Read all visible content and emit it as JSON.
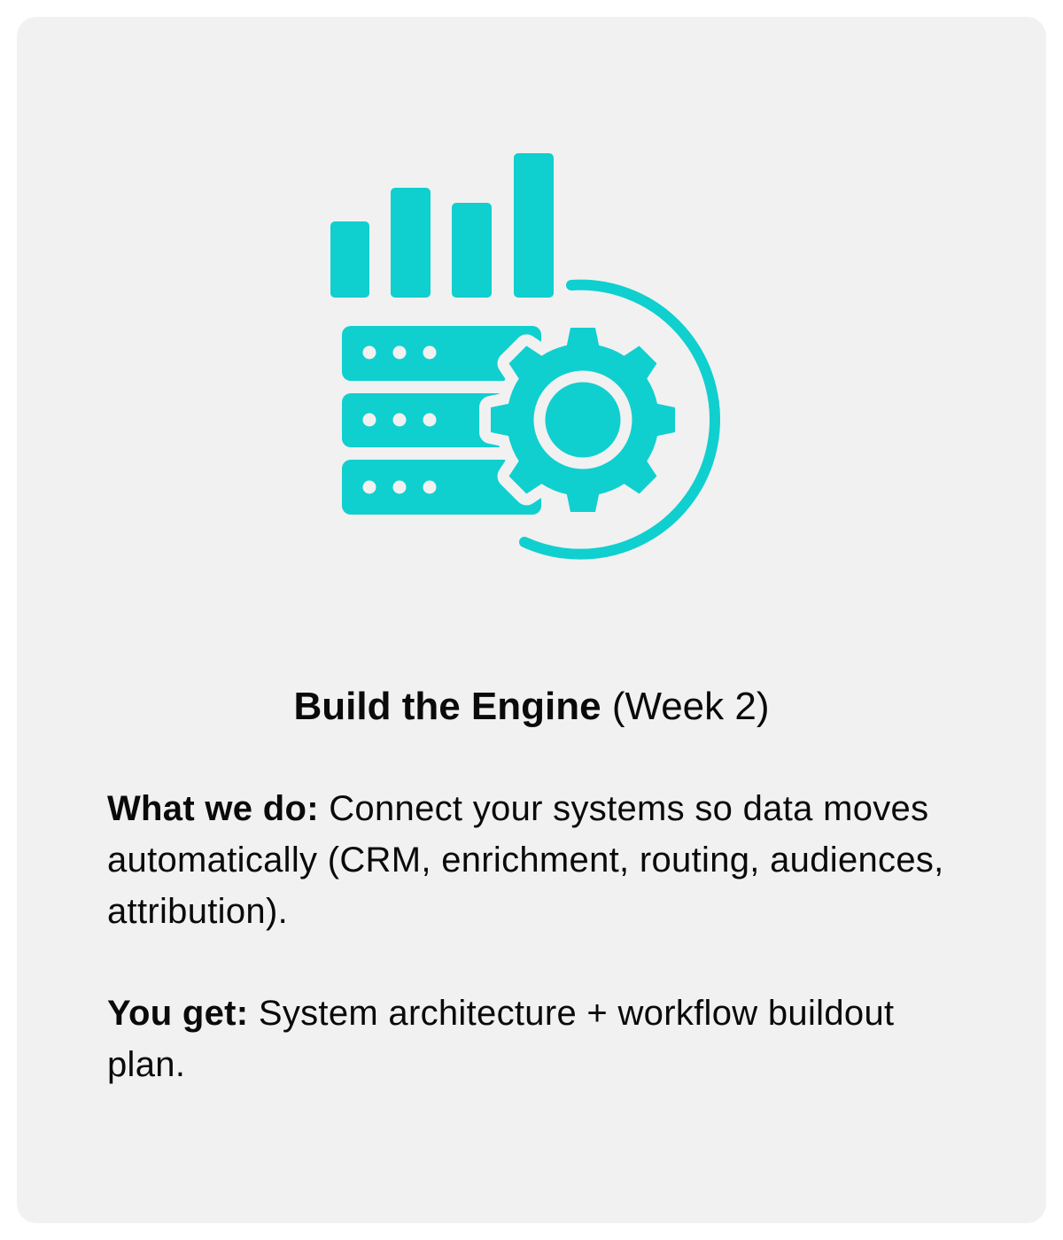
{
  "card": {
    "icon": "data-engine-gear-server-chart-icon",
    "accent_color": "#10cfcf",
    "title_bold": "Build the Engine",
    "title_rest": "(Week 2)",
    "what_label": "What we do:",
    "what_text": "Connect your systems so data moves automatically (CRM, enrichment, routing, audiences, attribution).",
    "get_label": "You get:",
    "get_text": "System architecture + workflow buildout plan."
  }
}
